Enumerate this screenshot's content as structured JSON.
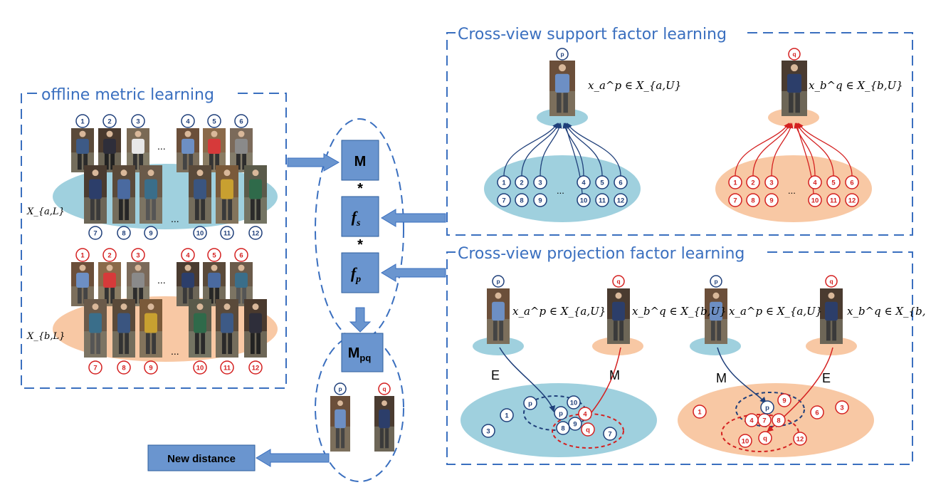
{
  "offline_panel": {
    "title": "offline metric learning",
    "row_a_label": "X_{a,L}",
    "row_b_label": "X_{b,L}",
    "top_numbers": [
      "1",
      "2",
      "3",
      "4",
      "5",
      "6"
    ],
    "bottom_numbers": [
      "7",
      "8",
      "9",
      "10",
      "11",
      "12"
    ],
    "ellipsis": "..."
  },
  "center": {
    "box_m": "M",
    "box_fs": "f",
    "box_fs_sub": "s",
    "box_fp": "f",
    "box_fp_sub": "p",
    "multiply": "*",
    "box_mpq": "M",
    "box_mpq_sub": "pq",
    "p_badge": "p",
    "q_badge": "q",
    "new_distance": "New distance"
  },
  "support_panel": {
    "title": "Cross-view support factor learning",
    "p_badge": "p",
    "q_badge": "q",
    "xa_label": "x_a^p ∈ X_{a,U}",
    "xb_label": "x_b^q ∈ X_{b,U}",
    "blue_top": [
      "1",
      "2",
      "3",
      "4",
      "5",
      "6"
    ],
    "blue_bottom": [
      "7",
      "8",
      "9",
      "10",
      "11",
      "12"
    ],
    "ellipsis": "..."
  },
  "projection_panel": {
    "title": "Cross-view projection factor learning",
    "xa_label": "x_a^p ∈ X_{a,U}",
    "xb_label": "x_b^q ∈ X_{b,U}",
    "left_e": "E",
    "left_m": "M",
    "right_m": "M",
    "right_e": "E",
    "left_nodes": [
      "10",
      "1",
      "3",
      "9",
      "8",
      "4",
      "7"
    ],
    "right_nodes": [
      "1",
      "9",
      "7",
      "6",
      "3",
      "4",
      "8",
      "10",
      "12"
    ]
  },
  "colors": {
    "panel_border": "#3a6fbf",
    "blue_ellipse": "#9fd0de",
    "orange_ellipse": "#f8c8a4",
    "box_fill": "#6a95cf",
    "blue_arrow": "#1f3f7a",
    "red_arrow": "#d42020"
  }
}
